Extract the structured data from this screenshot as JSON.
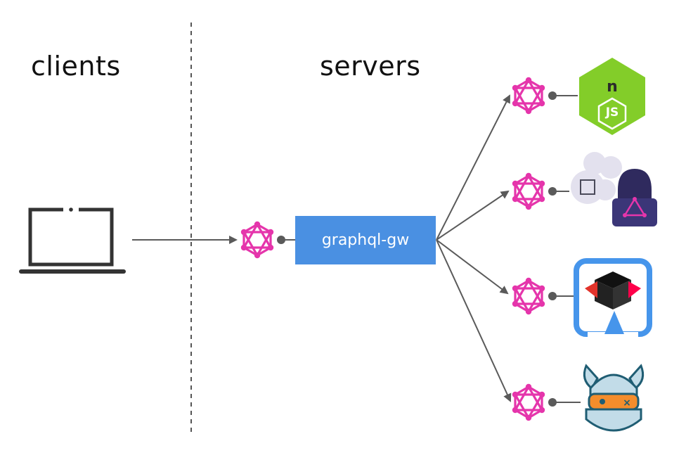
{
  "labels": {
    "clients": "clients",
    "servers": "servers"
  },
  "gateway": {
    "label": "graphql-gw"
  },
  "icons": {
    "client": "laptop-icon",
    "graphql": "graphql-icon",
    "services": [
      "nodejs-icon",
      "apollo-backpack-icon",
      "quarkus-icon",
      "hasura-viking-icon"
    ]
  },
  "colors": {
    "graphql_pink": "#e535ab",
    "gateway_blue": "#4a90e2",
    "arrow_gray": "#5a5a5a",
    "node_green": "#83cd29",
    "quarkus_blue": "#4695eb",
    "hasura_teal": "#1f5d73",
    "hasura_orange": "#f48d2c"
  }
}
